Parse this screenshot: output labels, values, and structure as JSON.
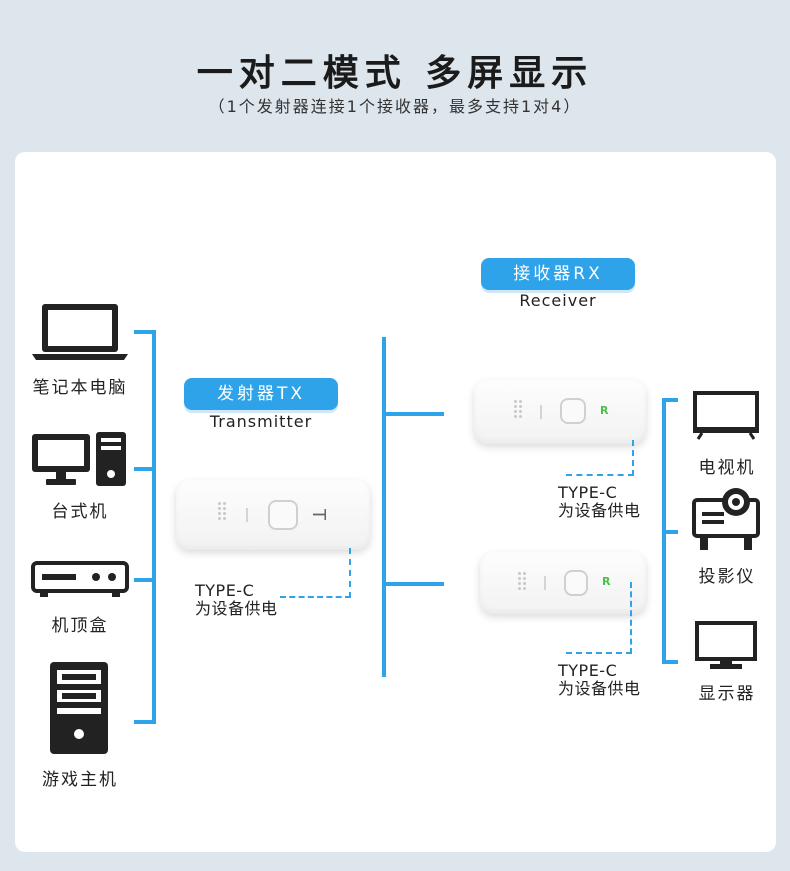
{
  "header": {
    "title": "一对二模式 多屏显示",
    "subtitle": "（1个发射器连接1个接收器，最多支持1对4）"
  },
  "sources": [
    {
      "label": "笔记本电脑",
      "icon": "laptop-icon"
    },
    {
      "label": "台式机",
      "icon": "desktop-computer-icon"
    },
    {
      "label": "机顶盒",
      "icon": "set-top-box-icon"
    },
    {
      "label": "游戏主机",
      "icon": "game-console-icon"
    }
  ],
  "transmitter": {
    "badge": "发射器TX",
    "name": "Transmitter",
    "letter": "T",
    "power_line1": "TYPE-C",
    "power_line2": "为设备供电"
  },
  "receiver": {
    "badge": "接收器RX",
    "name": "Receiver",
    "letter": "R",
    "units": [
      {
        "power_line1": "TYPE-C",
        "power_line2": "为设备供电"
      },
      {
        "power_line1": "TYPE-C",
        "power_line2": "为设备供电"
      }
    ]
  },
  "displays": [
    {
      "label": "电视机",
      "icon": "tv-icon"
    },
    {
      "label": "投影仪",
      "icon": "projector-icon"
    },
    {
      "label": "显示器",
      "icon": "monitor-icon"
    }
  ],
  "colors": {
    "accent": "#2ea3ea",
    "background": "#dde6ec",
    "panel": "#ffffff",
    "rx_letter": "#4bbf4b"
  }
}
